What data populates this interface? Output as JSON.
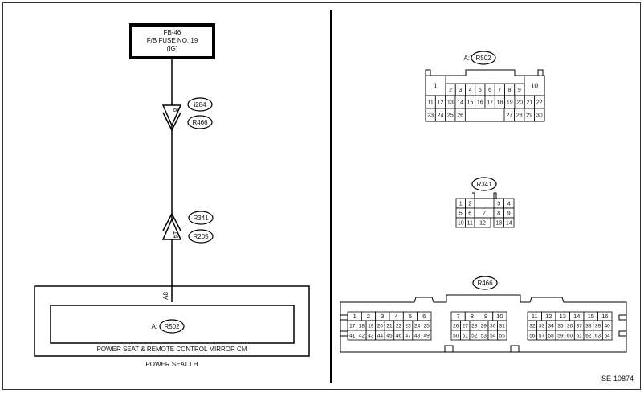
{
  "fuse": {
    "line1": "FB-46",
    "line2": "F/B FUSE NO. 19",
    "line3": "(IG)"
  },
  "connectors_left": {
    "upper_pin": "8",
    "upper_ids": [
      "i284",
      "R466"
    ],
    "lower_pin": "14",
    "lower_ids": [
      "R341",
      "R205"
    ]
  },
  "module": {
    "pin": "A8",
    "connector_prefix": "A:",
    "connector_id": "R502",
    "name": "POWER SEAT & REMOTE CONTROL MIRROR CM",
    "outer_label": "POWER SEAT LH"
  },
  "connector_r502": {
    "prefix": "A:",
    "id": "R502",
    "pin_1": "1",
    "pin_10": "10",
    "row1": [
      "2",
      "3",
      "4",
      "5",
      "6",
      "7",
      "8",
      "9"
    ],
    "row2": [
      "11",
      "12",
      "13",
      "14",
      "15",
      "16",
      "17",
      "18",
      "19",
      "20",
      "21",
      "22"
    ],
    "row3_left": [
      "23",
      "24",
      "25",
      "26"
    ],
    "row3_right": [
      "27",
      "28",
      "29",
      "30"
    ]
  },
  "connector_r341": {
    "id": "R341",
    "row1_left": [
      "1",
      "2"
    ],
    "row1_right": [
      "3",
      "4"
    ],
    "row2_left": [
      "5",
      "6"
    ],
    "pin_7": "7",
    "row2_right": [
      "8",
      "9"
    ],
    "row3_left": [
      "10",
      "11"
    ],
    "pin_12": "12",
    "row3_right": [
      "13",
      "14"
    ]
  },
  "connector_r466": {
    "id": "R466",
    "block1": {
      "top": [
        "1",
        "2",
        "3",
        "4",
        "5",
        "6"
      ],
      "row2": [
        "17",
        "18",
        "19",
        "20",
        "21",
        "22",
        "23",
        "24",
        "25"
      ],
      "row3": [
        "41",
        "42",
        "43",
        "44",
        "45",
        "46",
        "47",
        "48",
        "49"
      ]
    },
    "block2": {
      "top": [
        "7",
        "8",
        "9",
        "10"
      ],
      "row2": [
        "26",
        "27",
        "28",
        "29",
        "30",
        "31"
      ],
      "row3": [
        "50",
        "51",
        "52",
        "53",
        "54",
        "55"
      ]
    },
    "block3": {
      "top": [
        "11",
        "12",
        "13",
        "14",
        "15",
        "16"
      ],
      "row2": [
        "32",
        "33",
        "34",
        "35",
        "36",
        "37",
        "38",
        "39",
        "40"
      ],
      "row3": [
        "56",
        "57",
        "58",
        "59",
        "60",
        "61",
        "62",
        "63",
        "64"
      ]
    }
  },
  "figure_code": "SE-10874"
}
